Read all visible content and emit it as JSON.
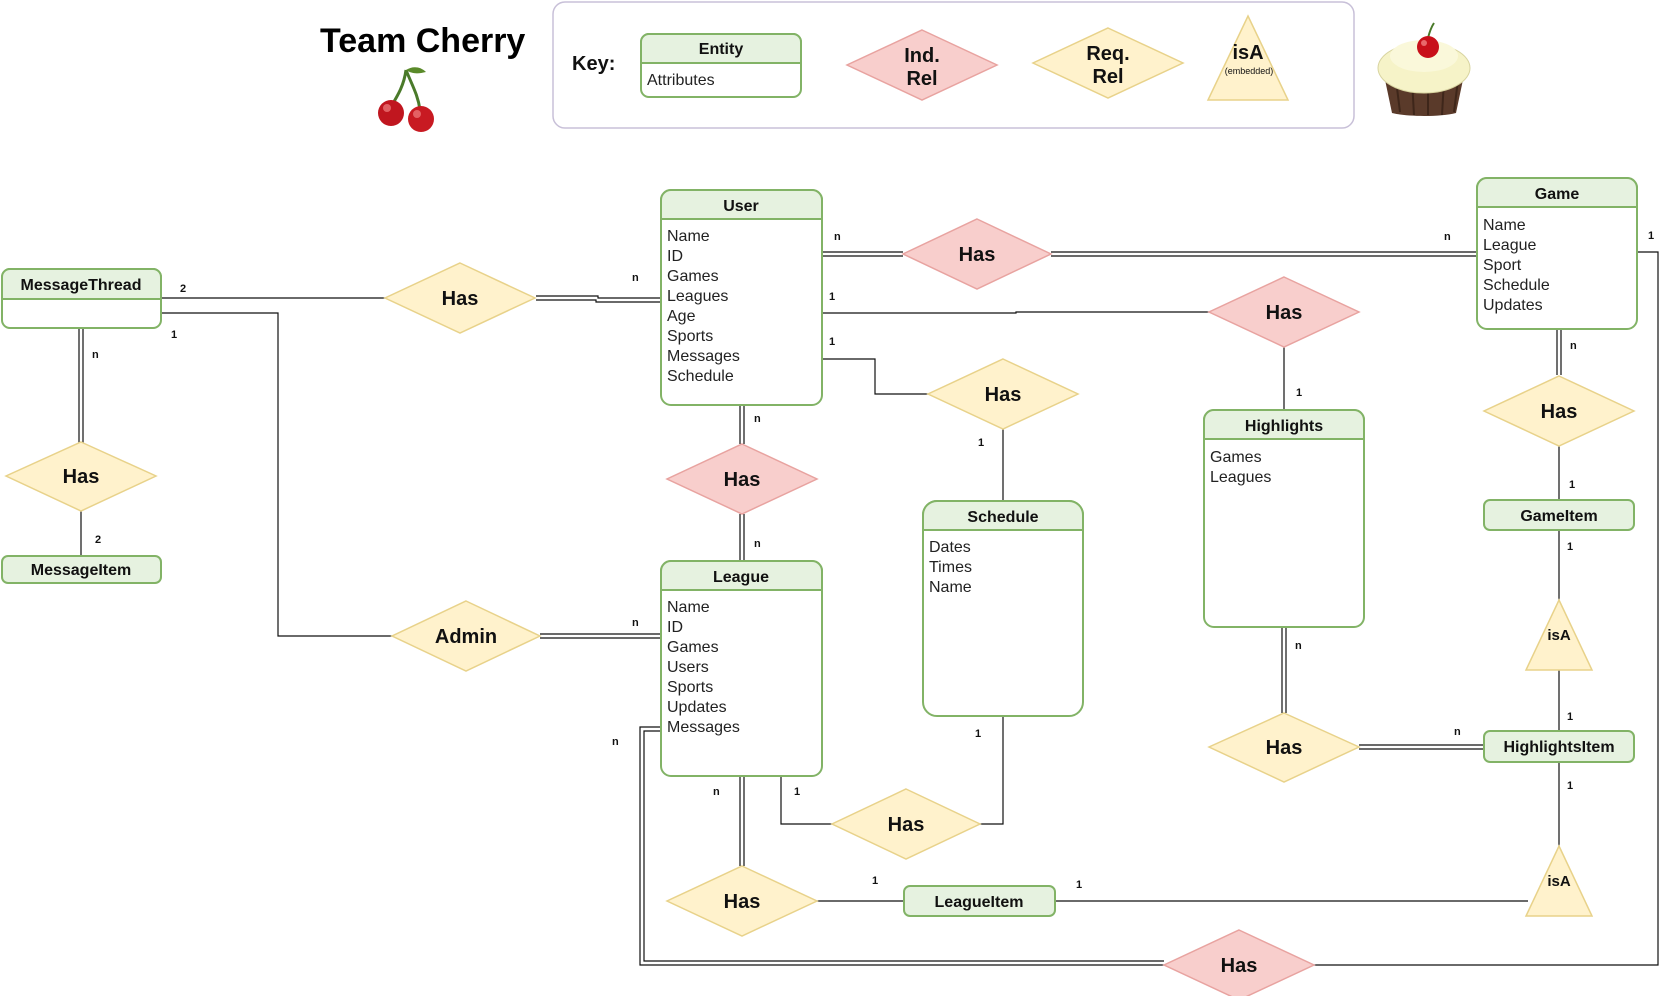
{
  "header": {
    "title": "Team Cherry",
    "key_label": "Key:",
    "key_entity_title": "Entity",
    "key_entity_attr": "Attributes",
    "key_ind_rel": [
      "Ind.",
      "Rel"
    ],
    "key_req_rel": [
      "Req.",
      "Rel"
    ],
    "key_isa": "isA",
    "key_isa_sub": "(embedded)"
  },
  "colors": {
    "entity_stroke": "#82b366",
    "entity_header": "#e6f2e0",
    "ind_rel_fill": "#f8cecc",
    "ind_rel_stroke": "#e8a3a0",
    "req_rel_fill": "#fff2cc",
    "req_rel_stroke": "#e8d28a"
  },
  "entities": {
    "message_thread": {
      "title": "MessageThread",
      "attrs": []
    },
    "message_item": {
      "title": "MessageItem",
      "attrs": []
    },
    "user": {
      "title": "User",
      "attrs": [
        "Name",
        "ID",
        "Games",
        "Leagues",
        "Age",
        "Sports",
        "Messages",
        "Schedule"
      ]
    },
    "league": {
      "title": "League",
      "attrs": [
        "Name",
        "ID",
        "Games",
        "Users",
        "Sports",
        "Updates",
        "Messages"
      ]
    },
    "schedule": {
      "title": "Schedule",
      "attrs": [
        "Dates",
        "Times",
        "Name"
      ]
    },
    "highlights": {
      "title": "Highlights",
      "attrs": [
        "Games",
        "Leagues"
      ]
    },
    "game": {
      "title": "Game",
      "attrs": [
        "Name",
        "League",
        "Sport",
        "Schedule",
        "Updates"
      ]
    },
    "game_item": {
      "title": "GameItem",
      "attrs": []
    },
    "highlights_item": {
      "title": "HighlightsItem",
      "attrs": []
    },
    "league_item": {
      "title": "LeagueItem",
      "attrs": []
    }
  },
  "relationships": {
    "thread_user": "Has",
    "thread_item": "Has",
    "admin": "Admin",
    "user_game": "Has",
    "user_highlights": "Has",
    "user_schedule": "Has",
    "user_league": "Has",
    "league_schedule": "Has",
    "league_item": "Has",
    "highlights_item": "Has",
    "game_item": "Has",
    "league_game": "Has",
    "isa_top": "isA",
    "isa_bottom": "isA"
  },
  "cardinalities": {
    "thread_2": "2",
    "thread_1": "1",
    "thread_n": "n",
    "item_2": "2",
    "user_n_thread": "n",
    "user_n_game": "n",
    "user_1_high": "1",
    "user_1_sched": "1",
    "game_n_user": "n",
    "game_1_right": "1",
    "game_n_has": "n",
    "user_n_league": "n",
    "league_n_user": "n",
    "sched_1_top": "1",
    "sched_1_bottom": "1",
    "high_1_top": "1",
    "high_n_bottom": "n",
    "gameitem_1_top": "1",
    "gameitem_1_bottom": "1",
    "hitem_1_top": "1",
    "hitem_n_left": "n",
    "hitem_1_bottom": "1",
    "league_n_admin": "n",
    "league_n_msgs": "n",
    "league_n_bottom": "n",
    "league_1_bottom": "1",
    "leagueitem_1_left": "1",
    "leagueitem_1_right": "1"
  }
}
